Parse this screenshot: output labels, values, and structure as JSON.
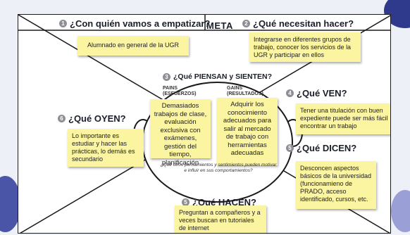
{
  "header": {
    "empathize_title": "¿Con quién vamos a empatizar?",
    "empathize_num": "1",
    "meta_label": "META",
    "need_title": "¿Qué necesitan hacer?",
    "need_num": "2"
  },
  "notes": {
    "empathize": "Alumnado en general de la UGR",
    "need": "Integrarse en diferentes grupos de trabajo, conocer los servicios de la UGR y participar en ellos",
    "pains": "Demasiados trabajos de clase, evaluación exclusiva con exámenes, gestión del tiempo, planificación",
    "gains": "Adquirir los conocimiento adecuados para salir al mercado de trabajo con herramientas adecuadas",
    "hear": "Lo importante es estudiar y hacer las prácticas, lo demás es secundario",
    "see": "Tener una titulación con buen expediente puede ser más fácil encontrar un trabajo",
    "say": "Desconcen aspectos básicos de la universidad (funcionamieno de PRADO, acceso identificado, cursos, etc.",
    "do": "Preguntan a compañeros y a veces buscan en tutoriales de internet"
  },
  "sections": {
    "think_title": "¿Qué PIENSAN y SIENTEN?",
    "think_num": "3",
    "pains_label": "PAINS",
    "pains_sub": "(ESFUERZOS)",
    "gains_label": "GAINS",
    "gains_sub": "(RESULTADOS)",
    "think_question": "¿Qué otros pensamientos y sentimientos pueden motivar e influir en sus comportamientos?",
    "see_title": "¿Qué VEN?",
    "see_num": "4",
    "hear_title": "¿Qué OYEN?",
    "hear_num": "6",
    "say_title": "¿Qué DICEN?",
    "say_num": "5",
    "do_title": "¿Qué HACEN?",
    "do_num": "5"
  },
  "colors": {
    "sticky": "#fbf4a0",
    "outline": "#1a1a1a",
    "number_badge": "#8d8f94"
  }
}
